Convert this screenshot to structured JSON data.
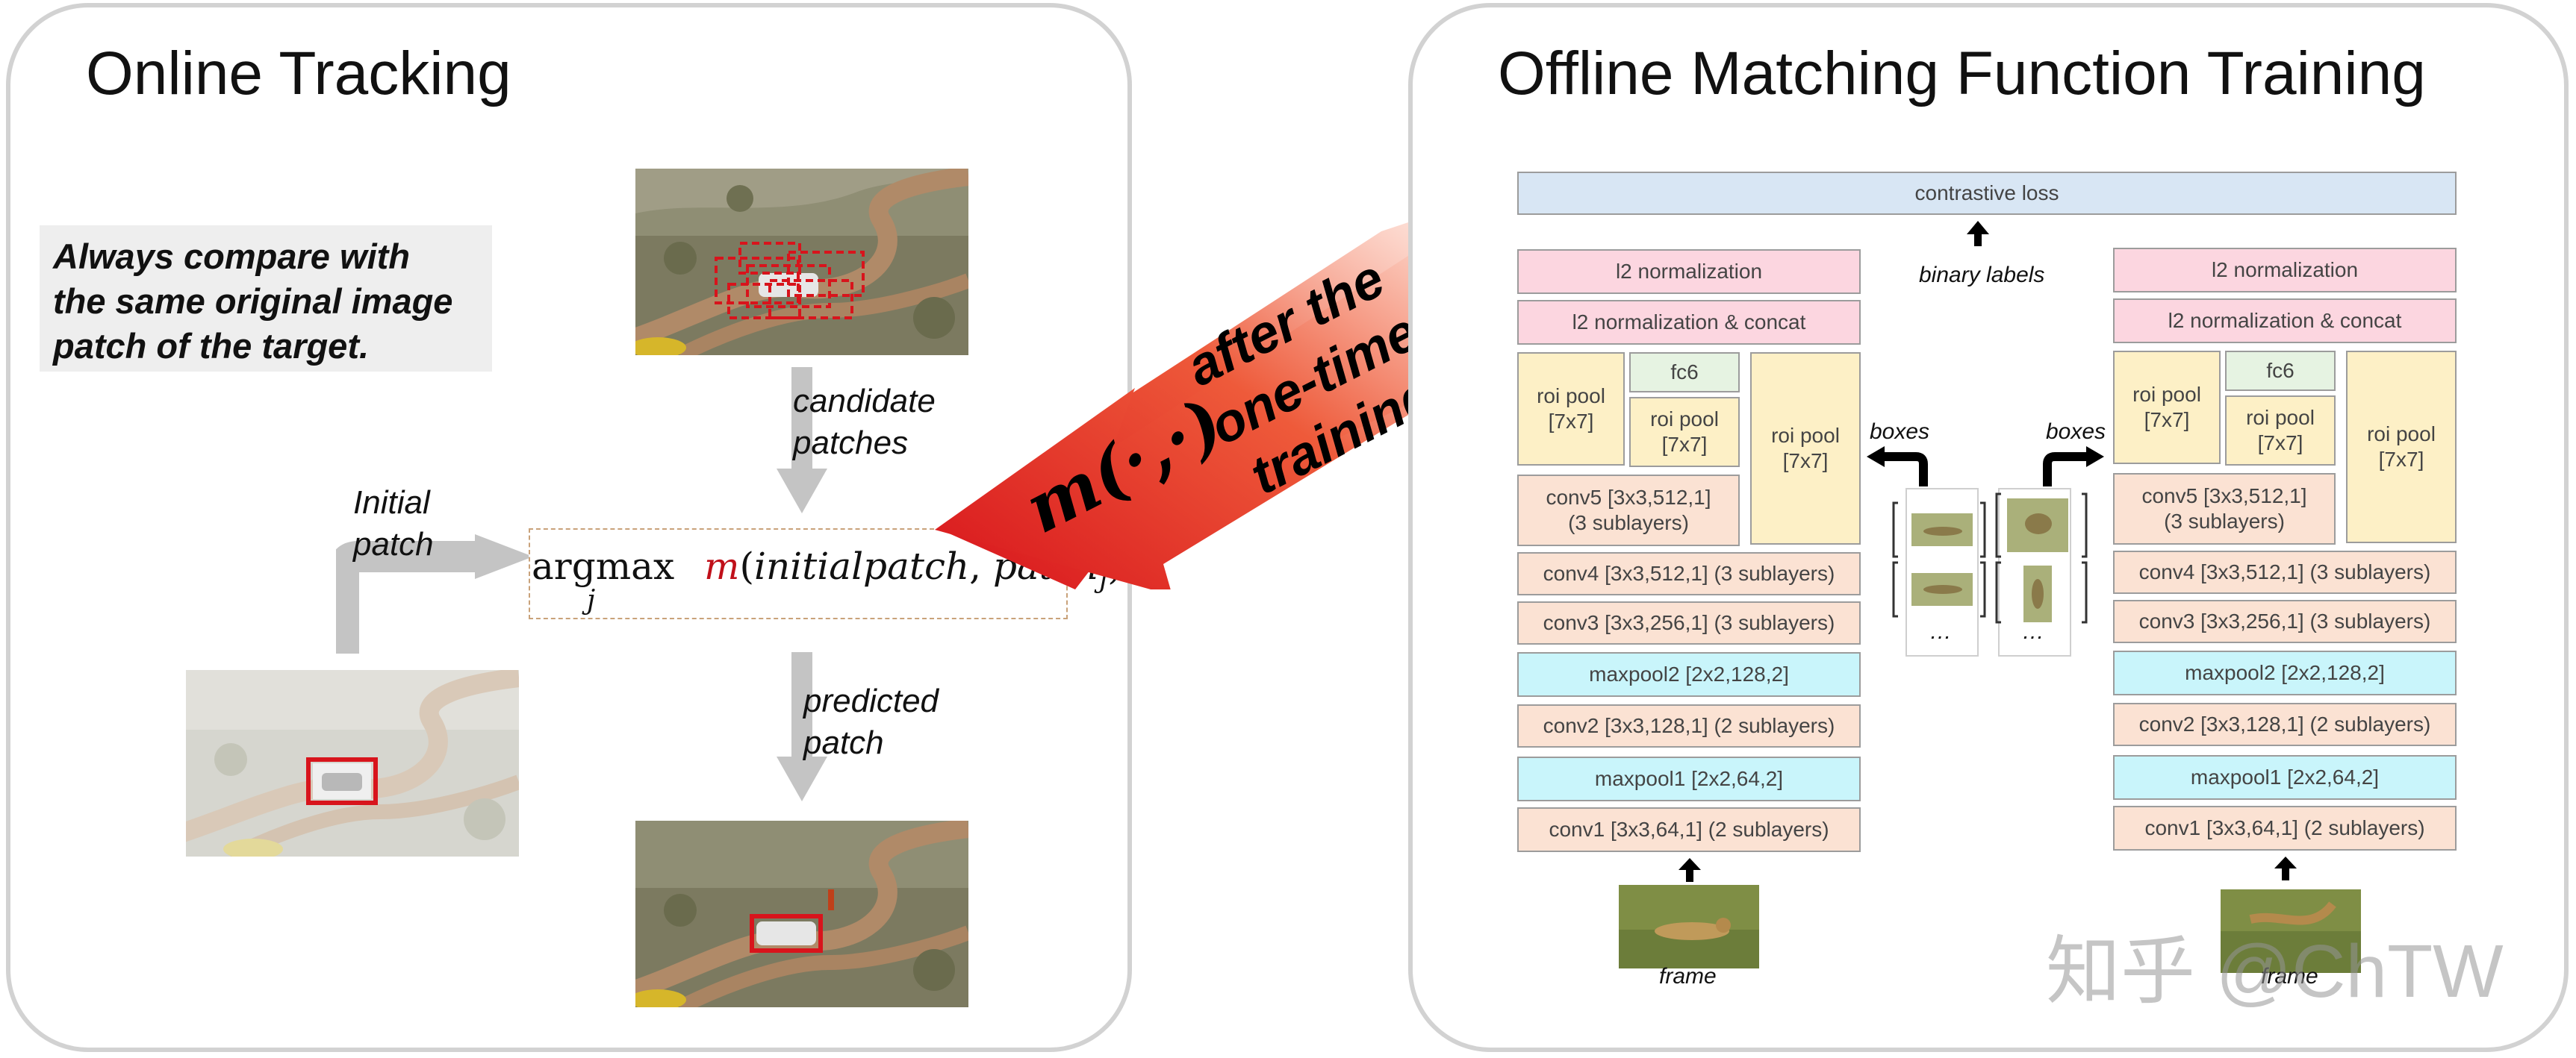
{
  "online": {
    "title": "Online Tracking",
    "callout": [
      "Always compare with",
      "the same original image",
      "patch of the target."
    ],
    "candidate_label": [
      "candidate",
      "patches"
    ],
    "initial_label": [
      "Initial",
      "patch"
    ],
    "predicted_label": [
      "predicted",
      "patch"
    ],
    "equation": {
      "op": "argmax",
      "sub": "j",
      "m": "m",
      "arg1": "initialpatch",
      "sep": ", ",
      "arg2": "patch",
      "arg2_sub": "j",
      "open": "(",
      "close": ")"
    }
  },
  "arrow": {
    "text": [
      "after the",
      "one-time",
      "training"
    ],
    "func": "m(·,·)"
  },
  "offline": {
    "title": "Offline Matching Function Training",
    "contrastive": "contrastive loss",
    "binary_labels": "binary labels",
    "boxes_left": "boxes",
    "boxes_right": "boxes",
    "ellipsis_left": "…",
    "ellipsis_right": "…",
    "left": {
      "l2": "l2 normalization",
      "l2concat": "l2 normalization & concat",
      "roi_a": [
        "roi pool",
        "[7x7]"
      ],
      "fc6": "fc6",
      "roi_b": [
        "roi pool",
        "[7x7]"
      ],
      "roi_c": [
        "roi pool",
        "[7x7]"
      ],
      "conv5": [
        "conv5 [3x3,512,1]",
        "(3 sublayers)"
      ],
      "conv4": "conv4 [3x3,512,1] (3 sublayers)",
      "conv3": "conv3 [3x3,256,1] (3 sublayers)",
      "maxpool2": "maxpool2 [2x2,128,2]",
      "conv2": "conv2 [3x3,128,1] (2 sublayers)",
      "maxpool1": "maxpool1 [2x2,64,2]",
      "conv1": "conv1 [3x3,64,1] (2 sublayers)",
      "frame": "frame"
    },
    "right": {
      "l2": "l2 normalization",
      "l2concat": "l2 normalization & concat",
      "roi_a": [
        "roi pool",
        "[7x7]"
      ],
      "fc6": "fc6",
      "roi_b": [
        "roi pool",
        "[7x7]"
      ],
      "roi_c": [
        "roi pool",
        "[7x7]"
      ],
      "conv5": [
        "conv5 [3x3,512,1]",
        "(3 sublayers)"
      ],
      "conv4": "conv4 [3x3,512,1] (3 sublayers)",
      "conv3": "conv3 [3x3,256,1] (3 sublayers)",
      "maxpool2": "maxpool2 [2x2,128,2]",
      "conv2": "conv2 [3x3,128,1] (2 sublayers)",
      "maxpool1": "maxpool1 [2x2,64,2]",
      "conv1": "conv1 [3x3,64,1] (2 sublayers)",
      "frame": "frame"
    }
  },
  "watermark": "知乎 @ChTW",
  "colors": {
    "panel_border": "#d2d2d2",
    "red_box": "#d8141c",
    "arrow_red": "#d8141c",
    "gray_arrow": "#c4c4c4"
  }
}
